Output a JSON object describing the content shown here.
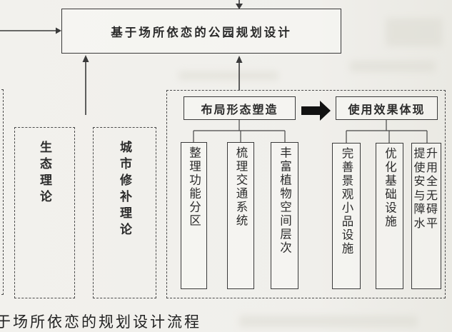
{
  "title_box": {
    "label": "基于场所依恋的公园规划设计"
  },
  "theories": [
    {
      "label": "生态理论"
    },
    {
      "label": "城市修补理论"
    }
  ],
  "process_panel": {
    "stage1": {
      "header": "布局形态塑造",
      "items": [
        {
          "label": "整理功能分区"
        },
        {
          "label": "梳理交通系统"
        },
        {
          "label": "丰富植物空间层次"
        }
      ]
    },
    "stage2": {
      "header": "使用效果体现",
      "items": [
        {
          "label": "完善景观小品设施"
        },
        {
          "label": "优化基础设施"
        },
        {
          "label": "提升使用安全与无障碍水平"
        }
      ]
    }
  },
  "caption": {
    "text": "于场所依恋的规划设计流程"
  },
  "colors": {
    "paper": "#f0efeb",
    "line": "#3a3a3a",
    "bold_arrow": "#111111"
  }
}
